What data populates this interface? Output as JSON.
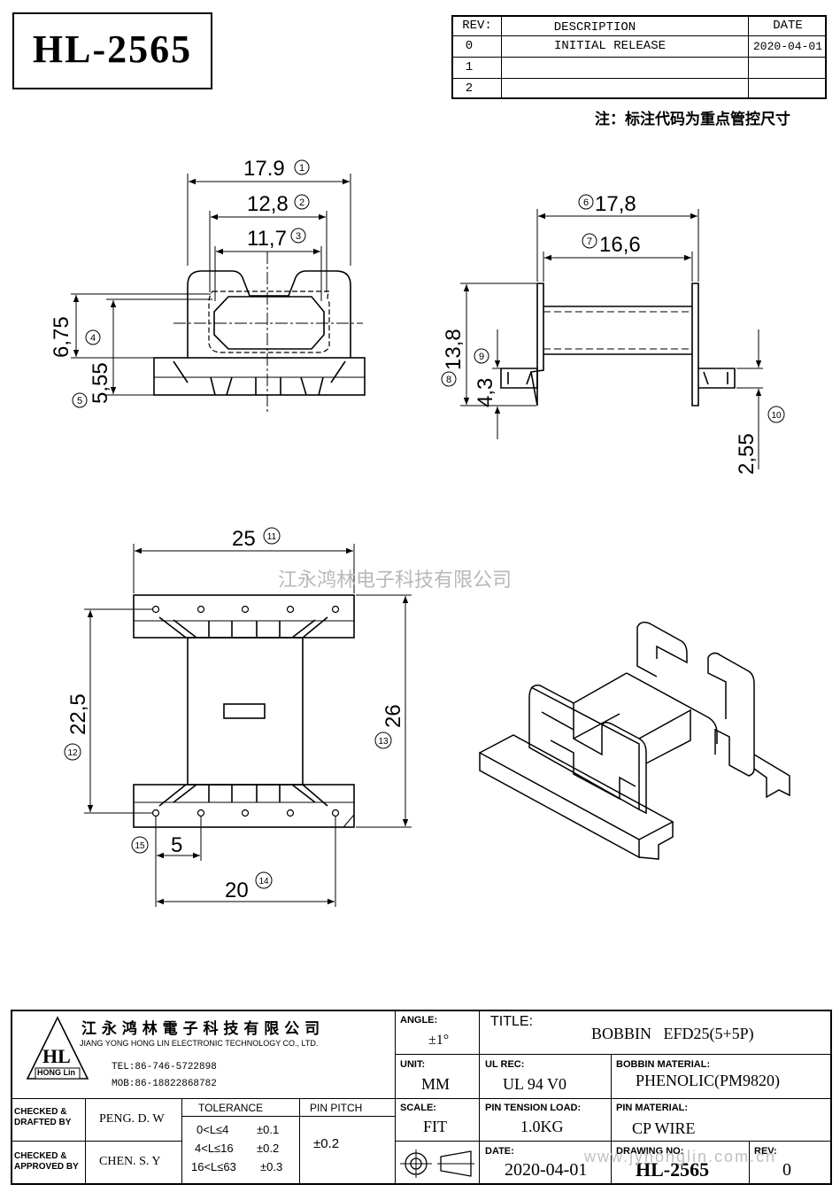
{
  "part_number": "HL-2565",
  "revision_table": {
    "headers": {
      "rev": "REV:",
      "description": "DESCRIPTION",
      "date": "DATE"
    },
    "rows": [
      {
        "rev": "0",
        "description": "INITIAL RELEASE",
        "date": "2020-04-01"
      },
      {
        "rev": "1",
        "description": "",
        "date": ""
      },
      {
        "rev": "2",
        "description": "",
        "date": ""
      }
    ]
  },
  "note": "注：标注代码为重点管控尺寸",
  "watermark_company": "江永鸿林电子科技有限公司",
  "watermark_url": "www.jyhonglin.com.cn",
  "dimensions": {
    "d1": {
      "value": "17.9",
      "marker": "1"
    },
    "d2": {
      "value": "12,8",
      "marker": "2"
    },
    "d3": {
      "value": "11,7",
      "marker": "3"
    },
    "d4": {
      "value": "6,75",
      "marker": "4"
    },
    "d5": {
      "value": "5,55",
      "marker": "5"
    },
    "d6": {
      "value": "17,8",
      "marker": "6"
    },
    "d7": {
      "value": "16,6",
      "marker": "7"
    },
    "d8": {
      "value": "13,8",
      "marker": "8"
    },
    "d9": {
      "value": "4,3",
      "marker": "9"
    },
    "d10": {
      "value": "2,55",
      "marker": "10"
    },
    "d11": {
      "value": "25",
      "marker": "11"
    },
    "d12": {
      "value": "22,5",
      "marker": "12"
    },
    "d13": {
      "value": "26",
      "marker": "13"
    },
    "d14": {
      "value": "20",
      "marker": "14"
    },
    "d15": {
      "value": "5",
      "marker": "15"
    }
  },
  "title_block": {
    "company_cn": "江 永 鸿 林 電 子 科 技 有 限 公 司",
    "company_en": "JIANG YONG HONG LIN ELECTRONIC TECHNOLOGY CO., LTD.",
    "logo_text": "HL",
    "logo_sub": "HONG Lin",
    "tel": "TEL:86-746-5722898",
    "mob": "MOB:86-18822868782",
    "angle_label": "ANGLE:",
    "angle_value": "±1°",
    "title_label": "TITLE:",
    "title_value": "BOBBIN   EFD25(5+5P)",
    "unit_label": "UNIT:",
    "unit_value": "MM",
    "ul_label": "UL REC:",
    "ul_value": "UL 94 V0",
    "material_label": "BOBBIN MATERIAL:",
    "material_value": "PHENOLIC(PM9820)",
    "checked_drafted_label": "CHECKED & DRAFTED BY",
    "checked_drafted_value": "PENG. D. W",
    "checked_approved_label": "CHECKED & APPROVED BY",
    "checked_approved_value": "CHEN. S. Y",
    "tolerance_label": "TOLERANCE",
    "tolerance_rows": [
      {
        "range": "0<L≤4",
        "tol": "±0.1"
      },
      {
        "range": "4<L≤16",
        "tol": "±0.2"
      },
      {
        "range": "16<L≤63",
        "tol": "±0.3"
      }
    ],
    "pin_pitch_label": "PIN PITCH",
    "pin_pitch_value": "±0.2",
    "scale_label": "SCALE:",
    "scale_value": "FIT",
    "pin_tension_label": "PIN TENSION LOAD:",
    "pin_tension_value": "1.0KG",
    "pin_material_label": "PIN MATERIAL:",
    "pin_material_value": "CP WIRE",
    "date_label": "DATE:",
    "date_value": "2020-04-01",
    "drawing_no_label": "DRAWING NO:",
    "drawing_no_value": "HL-2565",
    "rev_label": "REV:",
    "rev_value": "0"
  }
}
